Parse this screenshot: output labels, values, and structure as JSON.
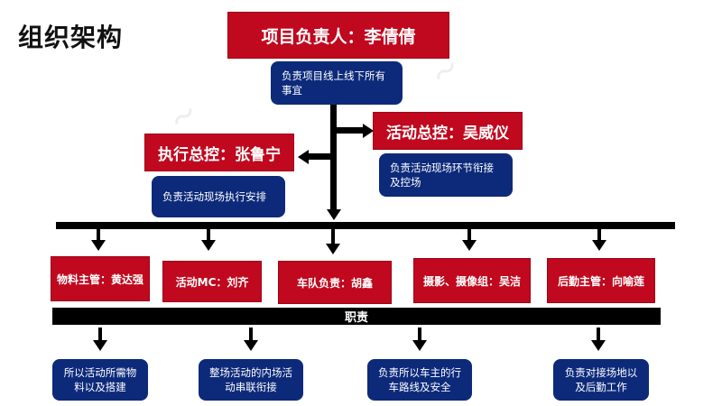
{
  "page_title": "组织架构",
  "top": {
    "title": "项目负责人：李倩倩",
    "desc": "负责项目线上线下所有事宜"
  },
  "activity_control": {
    "title": "活动总控：吴威仪",
    "desc": "负责活动现场环节衔接及控场"
  },
  "exec_control": {
    "title": "执行总控：张鲁宁",
    "desc": "负责活动现场执行安排"
  },
  "roles": [
    {
      "label": "物料主管：黄达强"
    },
    {
      "label": "活动MC：刘齐"
    },
    {
      "label": "车队负责：胡鑫"
    },
    {
      "label": "摄影、摄像组：吴洁"
    },
    {
      "label": "后勤主管：向喻莲"
    }
  ],
  "duty_bar_label": "职责",
  "duties": [
    {
      "text": "所以活动所需物料以及搭建"
    },
    {
      "text": "整场活动的内场活动串联衔接"
    },
    {
      "text": "负责所以车主的行车路线及安全"
    },
    {
      "text": "负责对接场地以及后勤工作"
    }
  ],
  "colors": {
    "red": "#c0081e",
    "navy": "#0d2a7a",
    "line": "#000000"
  }
}
